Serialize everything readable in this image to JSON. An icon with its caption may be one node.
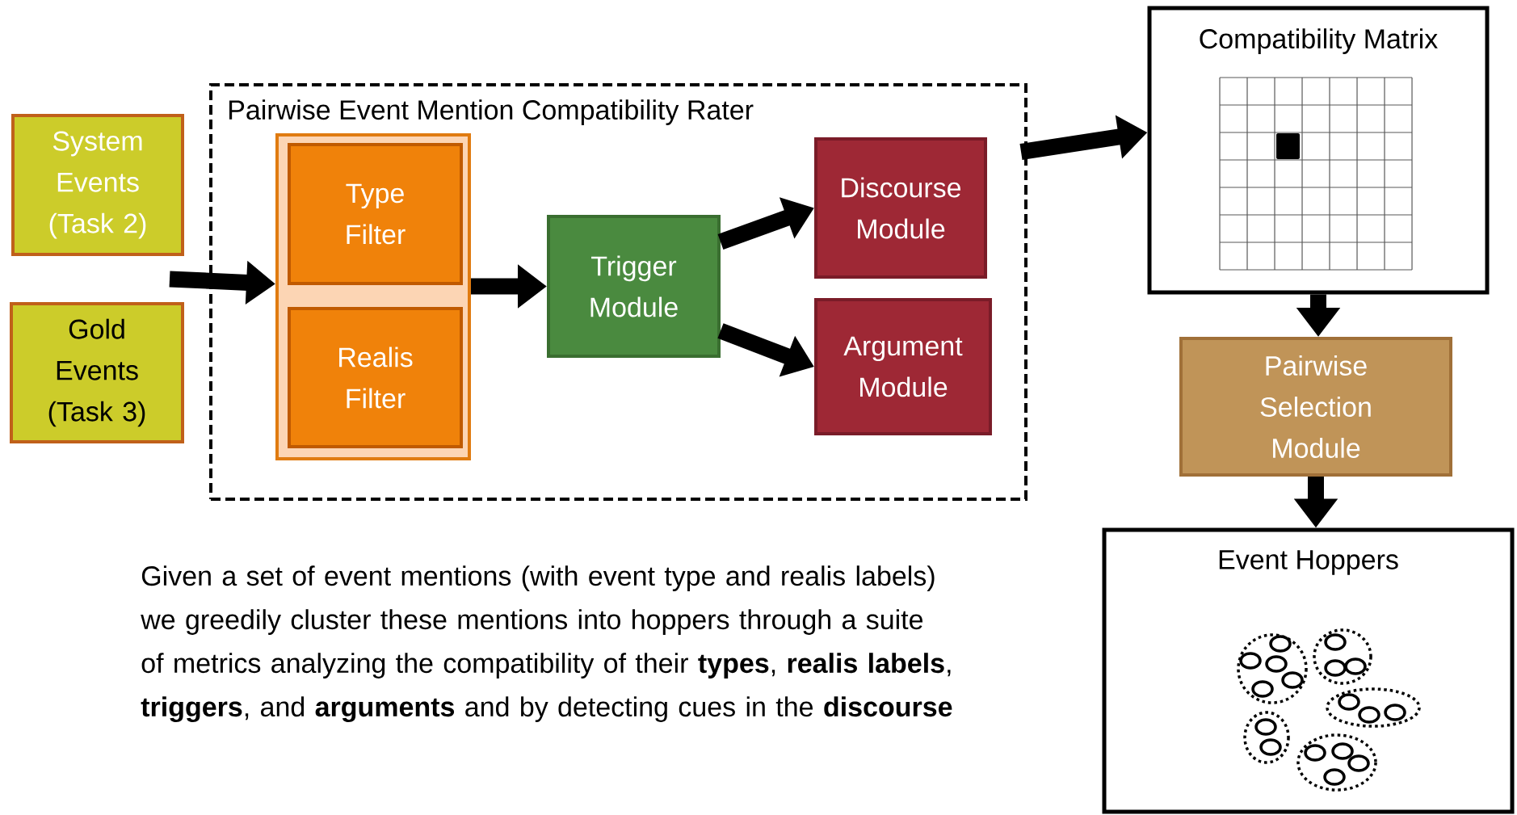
{
  "diagram": {
    "nodes": [
      {
        "text": [
          "System Events (Task 2)"
        ]
      },
      {
        "text": [
          "Gold Events (Task 3)"
        ]
      },
      {
        "text": [
          "Pairwise Event Mention Compatibility Rater"
        ]
      },
      {
        "text": [],
        "shape": "box",
        "in": 2
      },
      {
        "text": [
          "Type Filter"
        ],
        "in": 3
      },
      {
        "text": [
          "Realis Filter"
        ],
        "in": 3
      },
      {
        "text": [
          "Trigger Module"
        ],
        "in": 2
      },
      {
        "text": [
          "Discourse Module"
        ],
        "in": 2
      },
      {
        "text": [
          "Argument Module"
        ],
        "in": 2
      },
      {
        "text": [
          "Compatibility Matrix"
        ]
      },
      {
        "text": [
          "Pairwise Selection Module"
        ]
      },
      {
        "text": [
          "Event Hoppers"
        ]
      }
    ],
    "edges": [
      {
        "from": 0,
        "to": 3,
        "arrow": "to"
      },
      {
        "from": 1,
        "to": 3,
        "arrow": "to"
      },
      {
        "from": 3,
        "to": 6,
        "arrow": "to"
      },
      {
        "from": 6,
        "to": 7,
        "arrow": "to"
      },
      {
        "from": 6,
        "to": 8,
        "arrow": "to"
      },
      {
        "from": 2,
        "to": 9,
        "arrow": "to"
      },
      {
        "from": 9,
        "to": 10,
        "arrow": "to"
      },
      {
        "from": 10,
        "to": 11,
        "arrow": "to"
      }
    ],
    "labels": [
      "Given a set of event mentions (with event type and realis labels) we greedily cluster these mentions into hoppers through a suite of metrics analyzing the compatibility of their **types**, **realis labels**, **triggers**, and **arguments** and by detecting cues in the **discourse**"
    ]
  }
}
